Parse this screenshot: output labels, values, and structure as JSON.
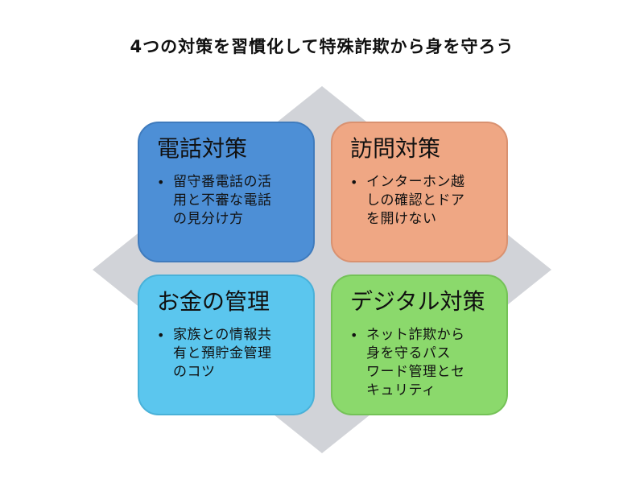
{
  "title": "4つの対策を習慣化して特殊詐欺から身を守ろう",
  "colors": {
    "diamond": "#d1d3d8",
    "phone_box": "#4d8fd6",
    "visit_box": "#efa784",
    "money_box": "#5bc6ee",
    "digital_box": "#8bd96c"
  },
  "boxes": {
    "phone": {
      "heading": "電話対策",
      "lines": [
        "留守番電話の活",
        "用と不審な電話",
        "の見分け方"
      ]
    },
    "visit": {
      "heading": "訪問対策",
      "lines": [
        "インターホン越",
        "しの確認とドア",
        "を開けない"
      ]
    },
    "money": {
      "heading": "お金の管理",
      "lines": [
        "家族との情報共",
        "有と預貯金管理",
        "のコツ"
      ]
    },
    "digital": {
      "heading": "デジタル対策",
      "lines": [
        "ネット詐欺から",
        "身を守るパス",
        "ワード管理とセ",
        "キュリティ"
      ]
    }
  }
}
